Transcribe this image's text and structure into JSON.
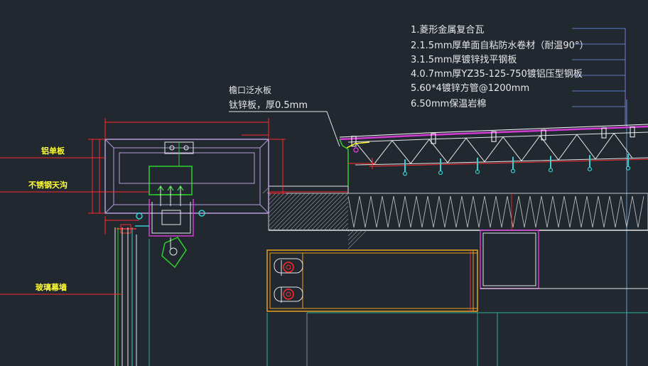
{
  "specs": [
    "1.菱形金属复合瓦",
    "2.1.5mm厚单面自粘防水卷材（耐温90°）",
    "3.1.5mm厚镀锌找平钢板",
    "4.0.7mm厚YZ35-125-750镀铝压型钢板",
    "5.60*4镀锌方管@1200mm",
    "6.50mm保温岩棉"
  ],
  "flashing": {
    "line1": "檐口泛水板",
    "line2": "钛锌板，厚0.5mm"
  },
  "left_labels": {
    "aluminum_panel": "铝单板",
    "steel_gutter": "不锈钢天沟",
    "curtain_wall": "玻璃幕墙"
  },
  "colors": {
    "background": "#212830",
    "cad_magenta": "#d23cd2",
    "cad_yellow": "#ffff33",
    "cad_red": "#ff2a2a",
    "cad_cyan": "#36d0d0",
    "cad_white": "#e8e8e8",
    "cad_green": "#2ed12e",
    "cad_orange": "#e8a020"
  }
}
